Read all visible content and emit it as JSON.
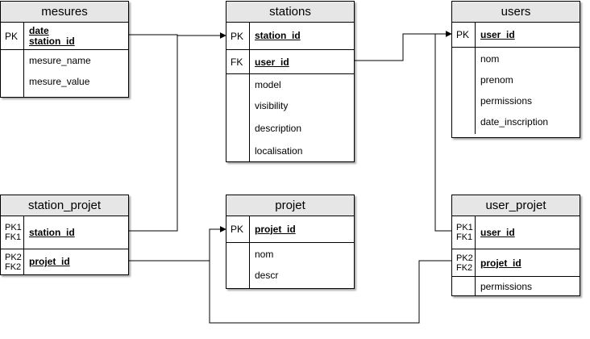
{
  "mesures": {
    "title": "mesures",
    "key_label": "PK",
    "key_fields": [
      "date",
      "station_id"
    ],
    "fields": [
      "mesure_name",
      "mesure_value"
    ]
  },
  "stations": {
    "title": "stations",
    "pk_label": "PK",
    "pk_field": "station_id",
    "fk_label": "FK",
    "fk_field": "user_id",
    "fields": [
      "model",
      "visibility",
      "description",
      "localisation"
    ]
  },
  "users": {
    "title": "users",
    "pk_label": "PK",
    "pk_field": "user_id",
    "fields": [
      "nom",
      "prenom",
      "permissions",
      "date_inscription"
    ]
  },
  "station_projet": {
    "title": "station_projet",
    "key1_labels": [
      "PK1",
      "FK1"
    ],
    "key1_field": "station_id",
    "key2_labels": [
      "PK2",
      "FK2"
    ],
    "key2_field": "projet_id"
  },
  "projet": {
    "title": "projet",
    "pk_label": "PK",
    "pk_field": "projet_id",
    "fields": [
      "nom",
      "descr"
    ]
  },
  "user_projet": {
    "title": "user_projet",
    "key1_labels": [
      "PK1",
      "FK1"
    ],
    "key1_field": "user_id",
    "key2_labels": [
      "PK2",
      "FK2"
    ],
    "key2_field": "projet_id",
    "fields": [
      "permissions"
    ]
  }
}
